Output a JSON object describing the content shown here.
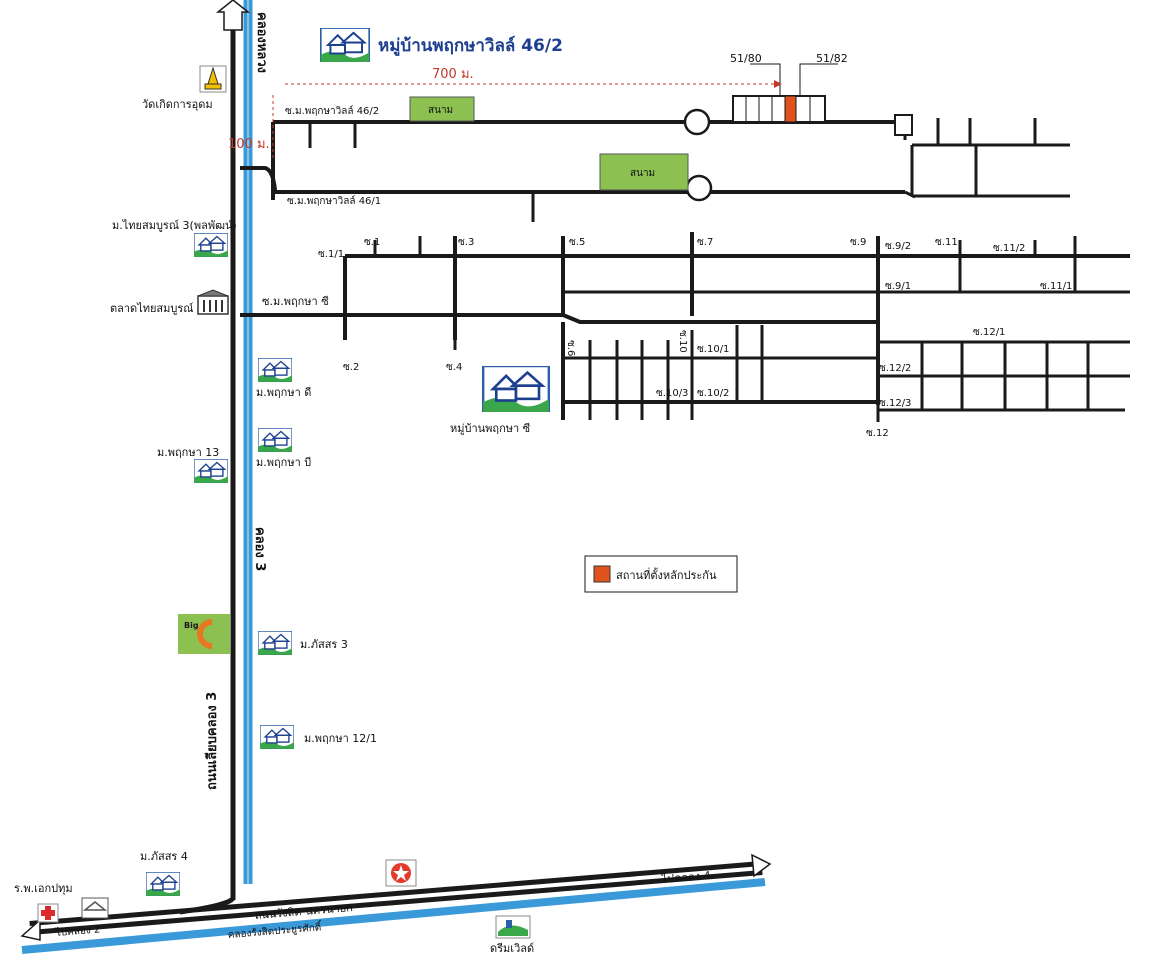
{
  "title": "หมู่บ้านพฤกษาวิลล์ 46/2",
  "distances": {
    "d700": "700 ม.",
    "d100": "100 ม."
  },
  "plots": {
    "p1": "51/80",
    "p2": "51/82"
  },
  "fields": {
    "f1": "สนาม",
    "f2": "สนาม"
  },
  "roads": {
    "r462": "ซ.ม.พฤกษาวิลล์ 46/2",
    "r461": "ซ.ม.พฤกษาวิลล์ 46/1",
    "rC": "ซ.ม.พฤกษา ซี",
    "rainsit": "ถนนรังสิต-นครนายก",
    "klong3road": "ถนนเลียบคลอง 3",
    "klong3": "คลอง 3",
    "canal_top": "คลองหลวง",
    "canal_bottom": "คลองรังสิตประยูรศักดิ์",
    "to_klong4": "ไปคลอง 4",
    "to_klong2": "ไปคลอง 2"
  },
  "sois": {
    "s11": "ซ.1/1",
    "s1": "ซ.1",
    "s3": "ซ.3",
    "s5": "ซ.5",
    "s7": "ซ.7",
    "s9": "ซ.9",
    "s92": "ซ.9/2",
    "s11b": "ซ.11",
    "s112": "ซ.11/2",
    "s91": "ซ.9/1",
    "s111": "ซ.11/1",
    "s121": "ซ.12/1",
    "s122": "ซ.12/2",
    "s123": "ซ.12/3",
    "s12": "ซ.12",
    "s2": "ซ.2",
    "s4": "ซ.4",
    "s6": "ซ.6",
    "s10": "ซ.10",
    "s101": "ซ.10/1",
    "s102": "ซ.10/2",
    "s103": "ซ.10/3"
  },
  "places": {
    "wat": "วัดเกิดการอุดม",
    "thaisom3": "ม.ไทยสมบูรณ์ 3(พลพัฒน์)",
    "market": "ตลาดไทยสมบูรณ์",
    "pD": "ม.พฤกษา ดี",
    "pB": "ม.พฤกษา บี",
    "p13": "ม.พฤกษา 13",
    "pC_village": "หมู่บ้านพฤกษา ซี",
    "passorn3": "ม.ภัสสร 3",
    "p121": "ม.พฤกษา 12/1",
    "passorn4": "ม.ภัสสร 4",
    "hospital": "ร.พ.เอกปทุม",
    "dreamworld": "ดรีมเวิลด์",
    "bigc": "Big C"
  },
  "legend": {
    "label": "สถานที่ตั้งหลักประกัน",
    "color": "#e0531f"
  },
  "colors": {
    "canal": "#3a9ad9",
    "road": "#1a1a1a",
    "field": "#8cc152",
    "brand": "#1d3f8f"
  }
}
